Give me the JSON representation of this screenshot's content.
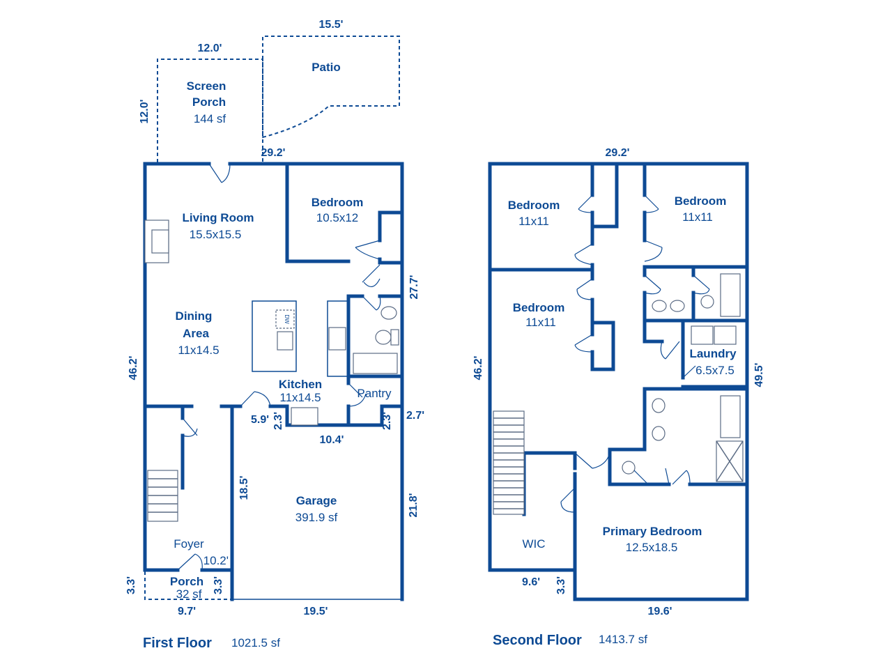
{
  "colors": {
    "wall": "#0d4a94"
  },
  "first_floor": {
    "title": "First Floor",
    "area": "1021.5 sf",
    "rooms": {
      "screen_porch": {
        "name1": "Screen",
        "name2": "Porch",
        "size": "144 sf"
      },
      "patio": {
        "name": "Patio"
      },
      "living_room": {
        "name": "Living Room",
        "size": "15.5x15.5"
      },
      "bedroom": {
        "name": "Bedroom",
        "size": "10.5x12"
      },
      "dining_area": {
        "name1": "Dining",
        "name2": "Area",
        "size": "11x14.5"
      },
      "kitchen": {
        "name": "Kitchen",
        "size": "11x14.5"
      },
      "pantry": {
        "name": "Pantry"
      },
      "garage": {
        "name": "Garage",
        "size": "391.9 sf"
      },
      "foyer": {
        "name": "Foyer"
      },
      "porch": {
        "name": "Porch",
        "size": "32 sf",
        "overlap_dim": "10.2'"
      }
    },
    "fixtures": {
      "dishwasher": "DW"
    },
    "dimensions": {
      "patio_width": "15.5'",
      "porch_width": "12.0'",
      "porch_depth": "12.0'",
      "top": "29.2'",
      "left": "46.2'",
      "right_upper": "27.7'",
      "garage_left": "18.5'",
      "garage_right": "21.8'",
      "step_left": "5.9'",
      "step_h1": "2.3'",
      "step_h2": "2.3'",
      "step_right": "2.7'",
      "step_width": "10.4'",
      "porch_h1": "3.3'",
      "porch_h2": "3.3'",
      "bottom_left": "9.7'",
      "bottom_garage": "19.5'"
    }
  },
  "second_floor": {
    "title": "Second Floor",
    "area": "1413.7 sf",
    "rooms": {
      "bedroom_1": {
        "name": "Bedroom",
        "size": "11x11"
      },
      "bedroom_2": {
        "name": "Bedroom",
        "size": "11x11"
      },
      "bedroom_3": {
        "name": "Bedroom",
        "size": "11x11"
      },
      "laundry": {
        "name": "Laundry",
        "size": "6.5x7.5"
      },
      "primary_bedroom": {
        "name": "Primary Bedroom",
        "size": "12.5x18.5"
      },
      "wic": {
        "name": "WIC"
      }
    },
    "dimensions": {
      "top": "29.2'",
      "left": "46.2'",
      "right": "49.5'",
      "wic_bottom": "9.6'",
      "step": "3.3'",
      "bottom": "19.6'"
    }
  }
}
